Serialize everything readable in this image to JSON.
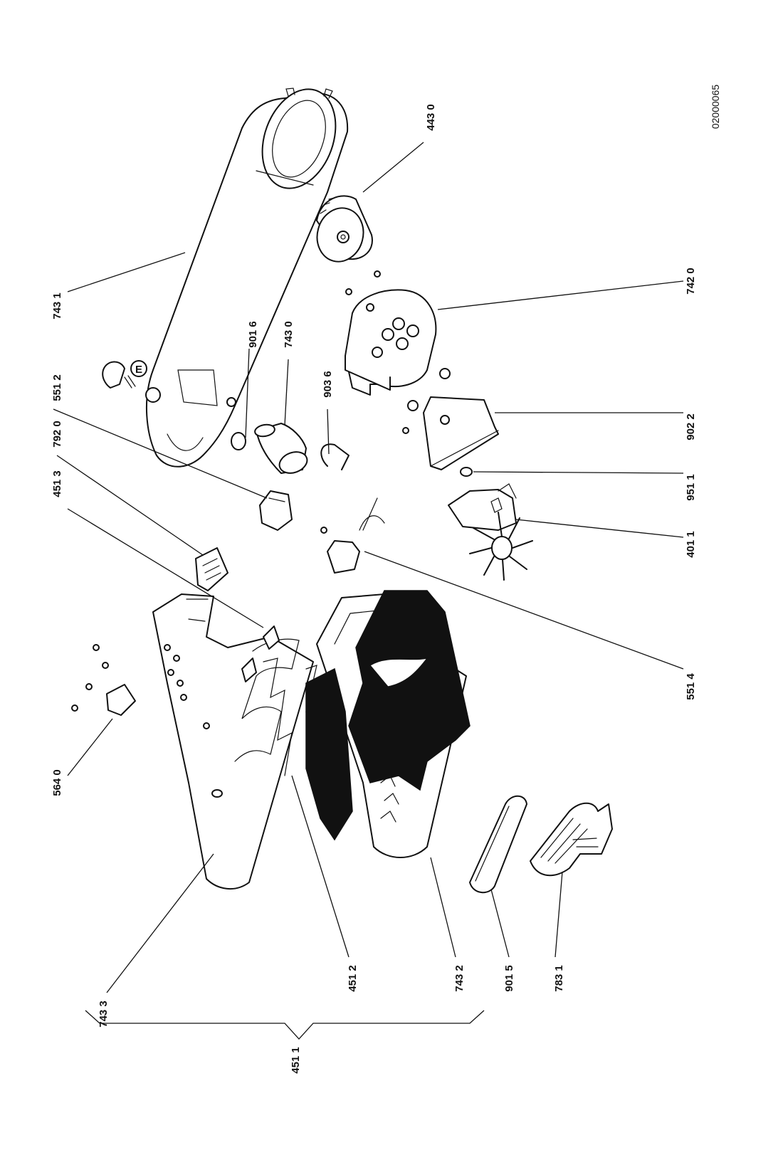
{
  "document_id": "02000065",
  "callouts": {
    "c_7431": "743 1",
    "c_4430": "443 0",
    "c_7420": "742 0",
    "c_9016": "901 6",
    "c_7430": "743 0",
    "c_9036": "903 6",
    "c_5512": "551 2",
    "c_7920": "792 0",
    "c_4513": "451 3",
    "c_9022": "902 2",
    "c_9511": "951 1",
    "c_4011": "401 1",
    "c_5514": "551 4",
    "c_5640": "564 0",
    "c_7433": "743 3",
    "c_4512": "451 2",
    "c_7432": "743 2",
    "c_9015": "901 5",
    "c_7831": "783 1",
    "c_4511": "451 1"
  },
  "badge_letter": "E"
}
